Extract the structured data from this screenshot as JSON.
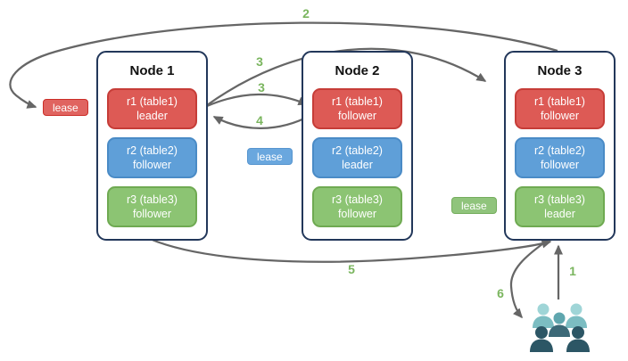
{
  "nodes": [
    {
      "title": "Node 1",
      "replicas": [
        {
          "label": "r1 (table1)",
          "role": "leader",
          "color": "#dd5a55"
        },
        {
          "label": "r2 (table2)",
          "role": "follower",
          "color": "#5f9fd8"
        },
        {
          "label": "r3 (table3)",
          "role": "follower",
          "color": "#8cc473"
        }
      ]
    },
    {
      "title": "Node 2",
      "replicas": [
        {
          "label": "r1 (table1)",
          "role": "follower",
          "color": "#dd5a55"
        },
        {
          "label": "r2 (table2)",
          "role": "leader",
          "color": "#5f9fd8"
        },
        {
          "label": "r3 (table3)",
          "role": "follower",
          "color": "#8cc473"
        }
      ]
    },
    {
      "title": "Node 3",
      "replicas": [
        {
          "label": "r1 (table1)",
          "role": "follower",
          "color": "#dd5a55"
        },
        {
          "label": "r2 (table2)",
          "role": "follower",
          "color": "#5f9fd8"
        },
        {
          "label": "r3 (table3)",
          "role": "leader",
          "color": "#8cc473"
        }
      ]
    }
  ],
  "leases": [
    {
      "label": "lease",
      "color": "#dd5a55"
    },
    {
      "label": "lease",
      "color": "#5f9fd8"
    },
    {
      "label": "lease",
      "color": "#8cc473"
    }
  ],
  "steps": {
    "s1": "1",
    "s2": "2",
    "s3a": "3",
    "s3b": "3",
    "s4": "4",
    "s5": "5",
    "s6": "6"
  },
  "icons": {
    "users": "users-group-icon"
  },
  "colors": {
    "arrow": "#666666",
    "step_label": "#7ab55e",
    "node_border": "#22375a",
    "red": "#dd5a55",
    "blue": "#5f9fd8",
    "green": "#8cc473",
    "users_light_head": "#9fd5d7",
    "users_light_body": "#7cbdc2",
    "users_mid_head": "#5fa6ae",
    "users_mid_body": "#3c6977",
    "users_dark": "#2c5665"
  }
}
